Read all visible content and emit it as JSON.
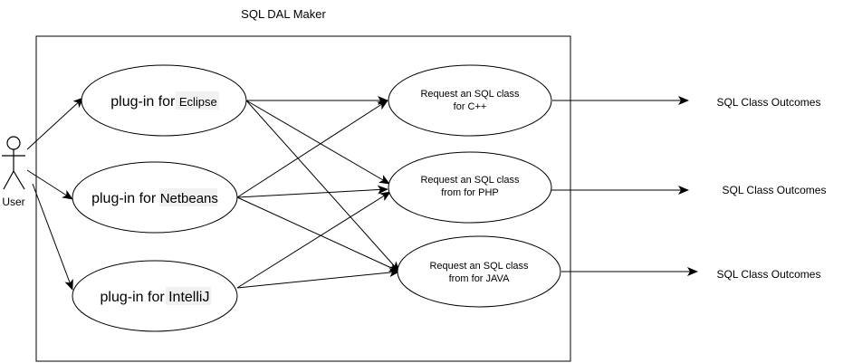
{
  "diagram": {
    "title": "SQL DAL Maker",
    "actor": {
      "label": "User"
    },
    "plugins": [
      {
        "id": "eclipse",
        "prefix": "plug-in for ",
        "name": "Eclipse"
      },
      {
        "id": "netbeans",
        "prefix": "plug-in for ",
        "name": "Netbeans"
      },
      {
        "id": "intellij",
        "prefix": "plug-in for ",
        "name": "IntelliJ"
      }
    ],
    "requests": [
      {
        "id": "cpp",
        "line1": "Request an SQL class",
        "line2": "for C++"
      },
      {
        "id": "php",
        "line1": "Request an SQL class",
        "line2": "from for PHP"
      },
      {
        "id": "java",
        "line1": "Request an SQL class",
        "line2": "from for JAVA"
      }
    ],
    "outcomes": [
      {
        "label": "SQL Class Outcomes"
      },
      {
        "label": "SQL Class Outcomes"
      },
      {
        "label": "SQL Class Outcomes"
      }
    ]
  }
}
